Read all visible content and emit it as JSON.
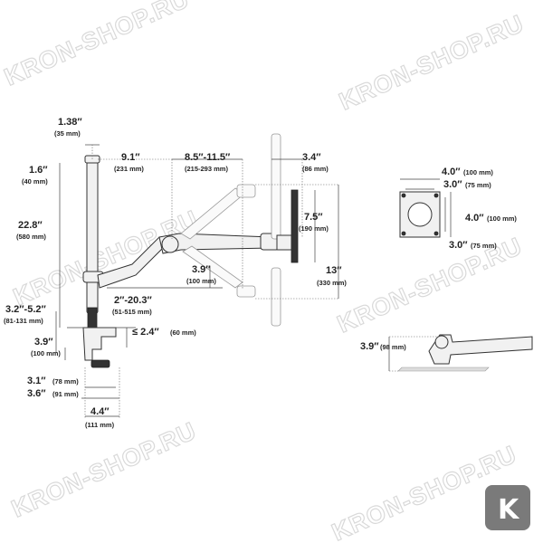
{
  "dimensions": {
    "d_138": {
      "main": "1.38″",
      "sub": "(35 mm)"
    },
    "d_16": {
      "main": "1.6″",
      "sub": "(40 mm)"
    },
    "d_228": {
      "main": "22.8″",
      "sub": "(580 mm)"
    },
    "d_91": {
      "main": "9.1″",
      "sub": "(231 mm)"
    },
    "d_85": {
      "main": "8.5″-11.5″",
      "sub": "(215-293 mm)"
    },
    "d_34": {
      "main": "3.4″",
      "sub": "(86 mm)"
    },
    "d_75": {
      "main": "7.5″",
      "sub": "(190 mm)"
    },
    "d_13": {
      "main": "13″",
      "sub": "(330 mm)"
    },
    "d_39a": {
      "main": "3.9″",
      "sub": "(100 mm)"
    },
    "d_2_203": {
      "main": "2″-20.3″",
      "sub": "(51-515 mm)"
    },
    "d_24": {
      "main": "≤ 2.4″",
      "sub": "(60 mm)"
    },
    "d_32": {
      "main": "3.2″-5.2″",
      "sub": "(81-131 mm)"
    },
    "d_39b": {
      "main": "3.9″",
      "sub": "(100 mm)"
    },
    "d_31": {
      "main": "3.1″",
      "sub": "(78 mm)"
    },
    "d_36": {
      "main": "3.6″",
      "sub": "(91 mm)"
    },
    "d_44": {
      "main": "4.4″",
      "sub": "(111 mm)"
    },
    "v_40": {
      "main": "4.0″",
      "sub": "(100 mm)"
    },
    "v_30": {
      "main": "3.0″",
      "sub": "(75 mm)"
    },
    "v_40r": {
      "main": "4.0″",
      "sub": "(100 mm)"
    },
    "v_30r": {
      "main": "3.0″",
      "sub": "(75 mm)"
    },
    "side_39": {
      "main": "3.9″",
      "sub": "(98 mm)"
    }
  },
  "watermark": "KRON-SHOP.RU",
  "badge": {
    "letter": "K",
    "color": "#7a7a7a"
  }
}
